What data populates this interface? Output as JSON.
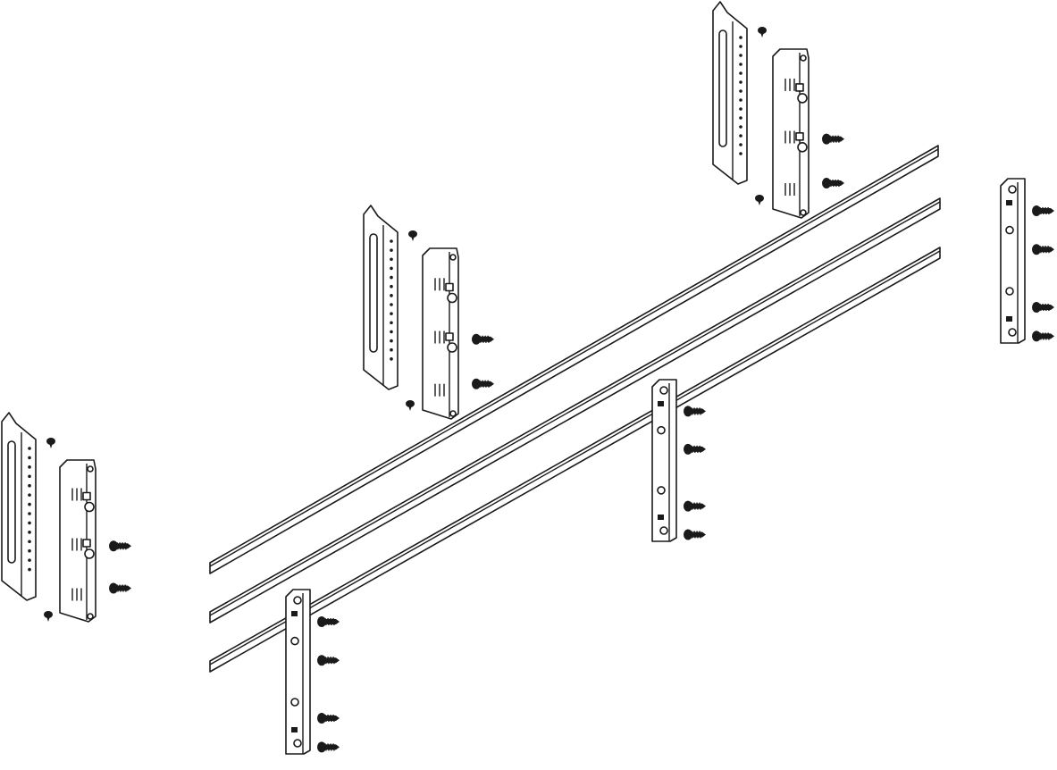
{
  "drawing": {
    "colors": {
      "line": "#1a1a1a",
      "background": "#ffffff"
    },
    "parts": {
      "busbars": 3,
      "mounting_brackets": 3,
      "busbar_holders": 3,
      "spacer_posts": 3
    }
  }
}
